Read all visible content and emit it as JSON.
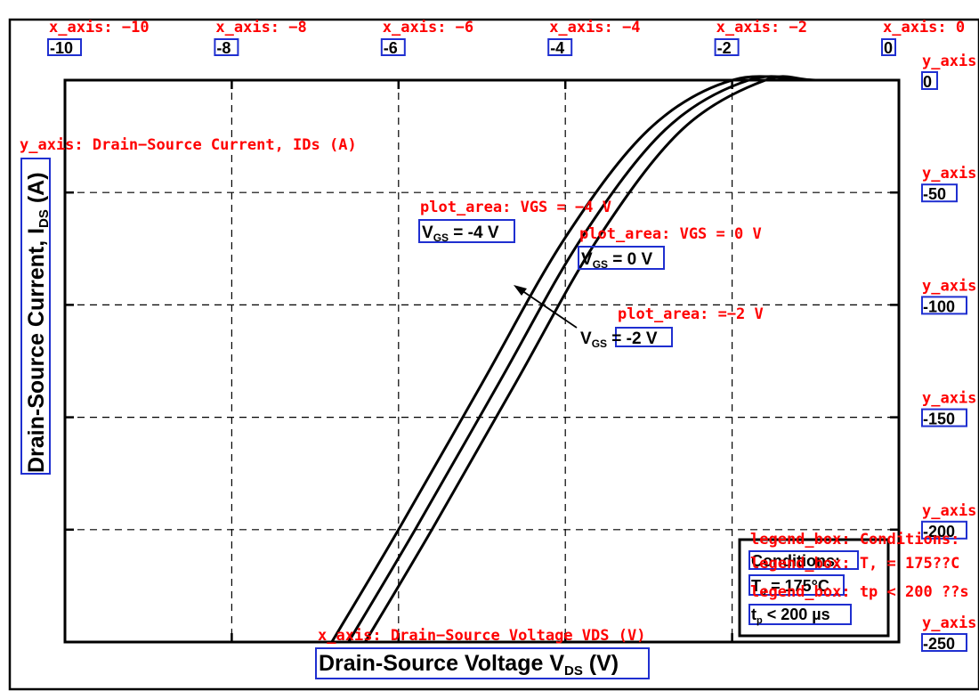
{
  "chart_data": {
    "type": "line",
    "x_axis": {
      "title": "Drain-Source Voltage V",
      "title_sub": "DS",
      "title_unit": " (V)",
      "annotation": "x_axis: Drain−Source Voltage VDS (V)",
      "range": [
        -10,
        0
      ],
      "ticks": [
        {
          "value": -10,
          "label": "-10",
          "annotation": "x_axis: −10"
        },
        {
          "value": -8,
          "label": "-8",
          "annotation": "x_axis: −8"
        },
        {
          "value": -6,
          "label": "-6",
          "annotation": "x_axis: −6"
        },
        {
          "value": -4,
          "label": "-4",
          "annotation": "x_axis: −4"
        },
        {
          "value": -2,
          "label": "-2",
          "annotation": "x_axis: −2"
        },
        {
          "value": 0,
          "label": "0",
          "annotation": "x_axis: 0"
        }
      ]
    },
    "y_axis": {
      "title": "Drain-Source Current, I",
      "title_sub": "DS",
      "title_unit": " (A)",
      "annotation": "y_axis: Drain−Source Current, IDs (A)",
      "range": [
        -250,
        0
      ],
      "ticks": [
        {
          "value": 0,
          "label": "0",
          "annotation": "y_axis:"
        },
        {
          "value": -50,
          "label": "-50",
          "annotation": "y_axis:"
        },
        {
          "value": -100,
          "label": "-100",
          "annotation": "y_axis:"
        },
        {
          "value": -150,
          "label": "-150",
          "annotation": "y_axis:"
        },
        {
          "value": -200,
          "label": "-200",
          "annotation": "y_axis:"
        },
        {
          "value": -250,
          "label": "-250",
          "annotation": "y_axis:"
        }
      ]
    },
    "grid": true,
    "series": [
      {
        "name": "VGS = -4 V",
        "x": [
          -6.8,
          -6.0,
          -5.0,
          -4.0,
          -3.0,
          -2.0,
          -1.0,
          0.0
        ],
        "y": [
          -250,
          -200,
          -135,
          -70,
          -22,
          0,
          0,
          0
        ]
      },
      {
        "name": "VGS = -2 V",
        "x": [
          -6.6,
          -5.8,
          -4.8,
          -3.8,
          -2.8,
          -1.8,
          -1.0,
          0.0
        ],
        "y": [
          -250,
          -200,
          -135,
          -70,
          -22,
          0,
          0,
          0
        ]
      },
      {
        "name": "VGS = 0 V",
        "x": [
          -6.4,
          -5.6,
          -4.6,
          -3.6,
          -2.6,
          -1.6,
          -1.0,
          0.0
        ],
        "y": [
          -250,
          -200,
          -135,
          -70,
          -22,
          0,
          0,
          0
        ]
      }
    ],
    "labels": {
      "vgs_m4": {
        "V": "V",
        "sub": "GS",
        "text": " = -4 V",
        "annotation": "plot_area: VGS = −4 V"
      },
      "vgs_0": {
        "V": "V",
        "sub": "GS",
        "text": " = 0 V",
        "annotation": "plot_area: VGS = 0 V"
      },
      "vgs_m2": {
        "V": "V",
        "sub": "GS",
        "text": " = -2 V",
        "annotation": "plot_area: =−2 V"
      }
    },
    "legend": {
      "placement": "bottom-right",
      "title": "Conditions:",
      "title_annotation": "legend_box: Conditions:",
      "line1_T": "T",
      "line1_sub": "J",
      "line1_text": " = 175°C",
      "line1_annotation": "legend_box: T, = 175??C",
      "line2_t": "t",
      "line2_sub": "p",
      "line2_text": " < 200 µs",
      "line2_annotation": "legend_box: tp < 200 ??s"
    }
  }
}
